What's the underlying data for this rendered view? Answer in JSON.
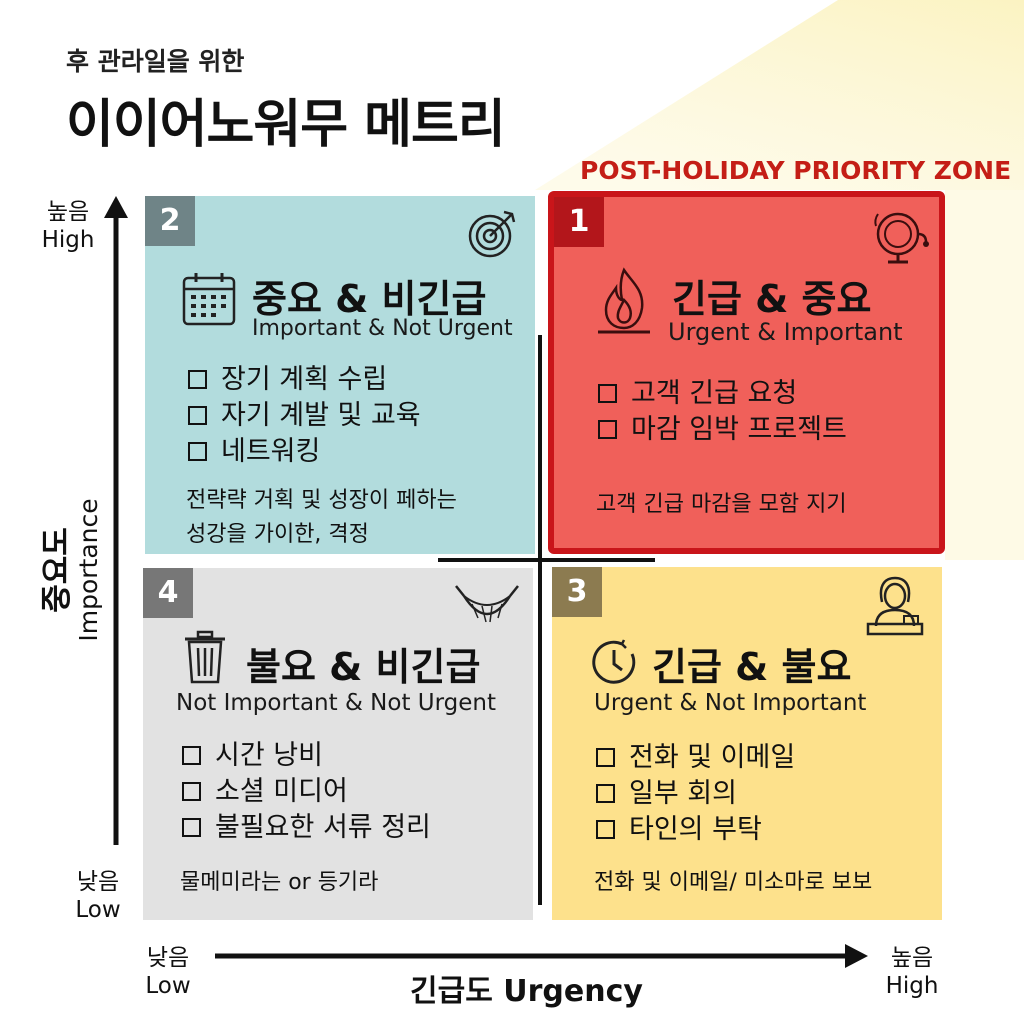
{
  "header": {
    "subtitle": "후 관라일을 위한",
    "title": "이이어노워무 메트리"
  },
  "zone_label": "POST-HOLIDAY PRIORITY ZONE",
  "colors": {
    "q1": "#f0605a",
    "q1_border": "#c9151a",
    "q2": "#b2dcdd",
    "q3": "#fde18c",
    "q4": "#e2e2e2",
    "zone_label": "#c41e16",
    "spotlight": "#fbf3c2"
  },
  "axes": {
    "y": {
      "title_ko": "중요도",
      "title_en": "Importance",
      "high_ko": "높음",
      "high_en": "High",
      "low_ko": "낮음",
      "low_en": "Low"
    },
    "x": {
      "title": "긴급도 Urgency",
      "low_ko": "낮음",
      "low_en": "Low",
      "high_ko": "높음",
      "high_en": "High"
    }
  },
  "quadrants": {
    "q2": {
      "number": "2",
      "icon": "target-icon",
      "title": "중요 & 비긴급",
      "subtitle": "Important & Not Urgent",
      "items": [
        "장기 계획 수립",
        "자기 계발 및 교육",
        "네트워킹"
      ],
      "note_lines": [
        "전략략 거획 및 성장이 페하는",
        "성강을 가이한, 격정"
      ]
    },
    "q1": {
      "number": "1",
      "icon": "alarm-bell-icon",
      "title": "긴급 & 중요",
      "subtitle": "Urgent & Important",
      "items": [
        "고객 긴급 요청",
        "마감 임박 프로젝트"
      ],
      "note_lines": [
        "고객 긴급 마감을 모함 지기"
      ]
    },
    "q4": {
      "number": "4",
      "icon": "hammock-icon",
      "title": "불요 & 비긴급",
      "subtitle": "Not Important & Not Urgent",
      "items": [
        "시간 낭비",
        "소셜 미디어",
        "불필요한 서류 정리"
      ],
      "note_lines": [
        "물메미라는 or 등기라"
      ]
    },
    "q3": {
      "number": "3",
      "icon": "receptionist-icon",
      "title": "긴급 & 불요",
      "subtitle": "Urgent & Not Important",
      "items": [
        "전화 및 이메일",
        "일부 회의",
        "타인의 부탁"
      ],
      "note_lines": [
        "전화 및 이메일/ 미소마로 보보"
      ]
    }
  }
}
